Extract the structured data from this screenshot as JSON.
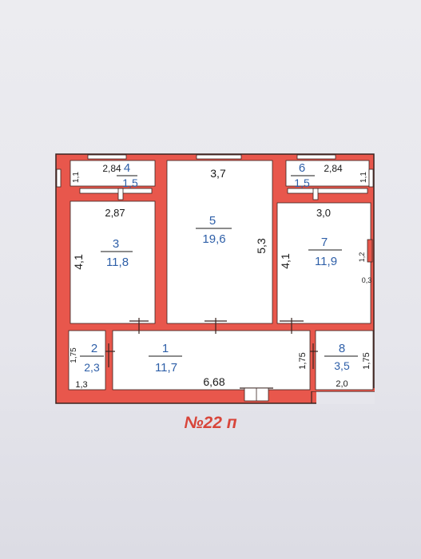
{
  "plan_title": "№22 п",
  "colors": {
    "wall": "#e8574c",
    "wall_edge": "#3a2420",
    "room": "#ffffff",
    "label": "#2e5fa8"
  },
  "rooms": [
    {
      "id": "room-1",
      "number": "1",
      "area": "11,7",
      "dims": [
        "6,68"
      ]
    },
    {
      "id": "room-2",
      "number": "2",
      "area": "2,3",
      "dims": [
        "1,75",
        "1,3"
      ]
    },
    {
      "id": "room-3",
      "number": "3",
      "area": "11,8",
      "dims": [
        "2,87",
        "4,1"
      ]
    },
    {
      "id": "room-4",
      "number": "4",
      "area": "1,5",
      "dims": [
        "2,84",
        "1,1"
      ]
    },
    {
      "id": "room-5",
      "number": "5",
      "area": "19,6",
      "dims": [
        "3,7",
        "5,3"
      ]
    },
    {
      "id": "room-6",
      "number": "6",
      "area": "1,5",
      "dims": [
        "2,84",
        "1,1"
      ]
    },
    {
      "id": "room-7",
      "number": "7",
      "area": "11,9",
      "dims": [
        "3,0",
        "4,1",
        "1,2",
        "0,3"
      ]
    },
    {
      "id": "room-8",
      "number": "8",
      "area": "3,5",
      "dims": [
        "1,75",
        "1,75",
        "2,0"
      ]
    }
  ]
}
